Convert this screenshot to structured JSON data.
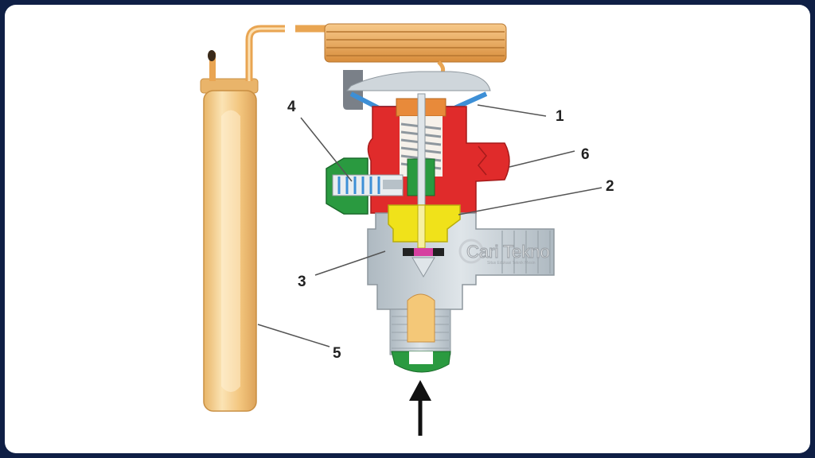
{
  "callouts": [
    {
      "id": "1",
      "label": "1"
    },
    {
      "id": "2",
      "label": "2"
    },
    {
      "id": "3",
      "label": "3"
    },
    {
      "id": "4",
      "label": "4"
    },
    {
      "id": "5",
      "label": "5"
    },
    {
      "id": "6",
      "label": "6"
    }
  ],
  "watermark": {
    "brand": "Cari Tekno",
    "tagline": "Situs Edukasi Teknik Mesin"
  },
  "colors": {
    "frame": "#0f1f45",
    "valve_head": "#e02b2b",
    "valve_body": "#c7d0d6",
    "cage": "#f0e21a",
    "diaphragm": "#3d8fd6",
    "cap": "#2a9a40",
    "bulb": "#f4c878",
    "capillary": "#e9a552"
  }
}
